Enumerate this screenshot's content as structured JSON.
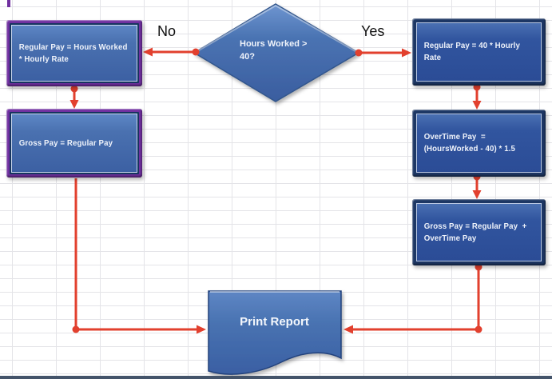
{
  "flowchart": {
    "decision": {
      "id": "hours-worked-gt-40",
      "lines": [
        "Hours Worked >",
        "40?"
      ]
    },
    "labels": {
      "no": "No",
      "yes": "Yes"
    },
    "no_branch": [
      {
        "id": "regular-pay-hours-worked",
        "lines": [
          "Regular Pay = Hours Worked",
          "* Hourly Rate"
        ]
      },
      {
        "id": "gross-pay-regular",
        "lines": [
          "Gross Pay = Regular Pay"
        ]
      }
    ],
    "yes_branch": [
      {
        "id": "regular-pay-40-hourly",
        "lines": [
          "Regular Pay = 40 * Hourly",
          "Rate"
        ]
      },
      {
        "id": "overtime-pay",
        "lines": [
          "OverTime Pay  =",
          "(HoursWorked - 40) * 1.5"
        ]
      },
      {
        "id": "gross-pay-total",
        "lines": [
          "Gross Pay = Regular Pay  +",
          "OverTime Pay"
        ]
      }
    ],
    "terminal": {
      "id": "print-report",
      "label": "Print Report"
    },
    "colors": {
      "connector_red": "#E2402E",
      "purple_border": "#7030A0",
      "navy_border": "#1D3764",
      "shape_fill_blue": "#3E63A6",
      "grid_line": "#E4E4E8",
      "bottom_bar": "#44546A",
      "text": "#EEF2FA"
    }
  }
}
